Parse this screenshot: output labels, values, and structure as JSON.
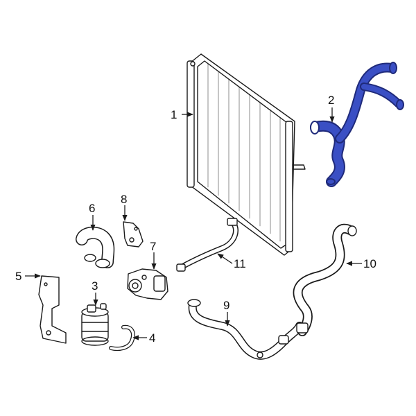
{
  "callouts": [
    {
      "id": "1",
      "text": "1"
    },
    {
      "id": "2",
      "text": "2"
    },
    {
      "id": "3",
      "text": "3"
    },
    {
      "id": "4",
      "text": "4"
    },
    {
      "id": "5",
      "text": "5"
    },
    {
      "id": "6",
      "text": "6"
    },
    {
      "id": "7",
      "text": "7"
    },
    {
      "id": "8",
      "text": "8"
    },
    {
      "id": "9",
      "text": "9"
    },
    {
      "id": "10",
      "text": "10"
    },
    {
      "id": "11",
      "text": "11"
    }
  ],
  "colors": {
    "line": "#1a1a1a",
    "highlight": "#3a4fc4",
    "highlight_dark": "#1f2a7a",
    "background": "#ffffff"
  },
  "highlighted_part": "2"
}
